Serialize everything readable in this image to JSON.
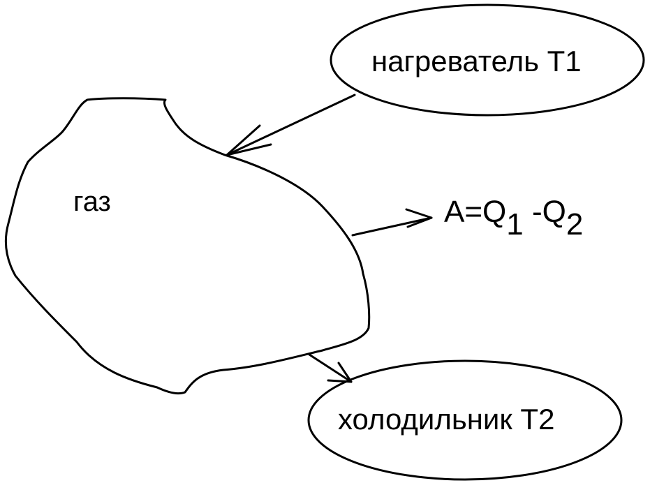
{
  "gas": {
    "label": "газ"
  },
  "heater": {
    "label": "нагреватель Т1"
  },
  "cooler": {
    "label": "холодильник Т2"
  },
  "work": {
    "prefix": "A=Q",
    "sub1": "1",
    "minus": " -Q",
    "sub2": "2"
  },
  "colors": {
    "ink": "#000000",
    "background": "#ffffff"
  }
}
